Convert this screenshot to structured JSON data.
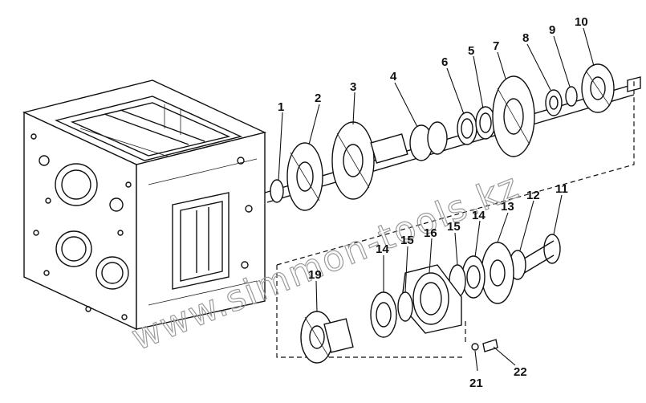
{
  "diagram": {
    "callouts": [
      {
        "id": "1",
        "label": "1"
      },
      {
        "id": "2",
        "label": "2"
      },
      {
        "id": "3",
        "label": "3"
      },
      {
        "id": "4",
        "label": "4"
      },
      {
        "id": "5",
        "label": "5"
      },
      {
        "id": "6",
        "label": "6"
      },
      {
        "id": "7",
        "label": "7"
      },
      {
        "id": "8",
        "label": "8"
      },
      {
        "id": "9",
        "label": "9"
      },
      {
        "id": "10",
        "label": "10"
      },
      {
        "id": "11",
        "label": "11"
      },
      {
        "id": "12",
        "label": "12"
      },
      {
        "id": "13",
        "label": "13"
      },
      {
        "id": "14a",
        "label": "14"
      },
      {
        "id": "14b",
        "label": "14"
      },
      {
        "id": "15a",
        "label": "15"
      },
      {
        "id": "15b",
        "label": "15"
      },
      {
        "id": "16",
        "label": "16"
      },
      {
        "id": "19",
        "label": "19"
      },
      {
        "id": "21",
        "label": "21"
      },
      {
        "id": "22",
        "label": "22"
      }
    ],
    "watermark": "www.simmon-tools.kz"
  }
}
